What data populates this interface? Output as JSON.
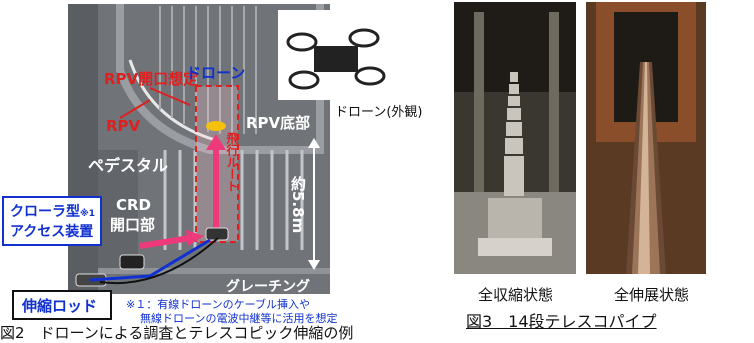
{
  "left_figure": {
    "labels": {
      "rpv_open_assumed": "RPV開口想定",
      "drone": "ドローン",
      "drone_external": "ドローン(外観)",
      "rpv": "RPV",
      "rpv_bottom": "RPV底部",
      "pedestal": "ペデスタル",
      "flight_route": "飛行ルート",
      "crd_opening_1": "CRD",
      "crd_opening_2": "開口部",
      "crawler_1": "クローラ型",
      "crawler_note_mark": "※1",
      "crawler_2": "アクセス装置",
      "height": "約5.8m",
      "grating": "グレーチング",
      "telescopic_rod": "伸縮ロッド",
      "note_line1": "※１：有線ドローンのケーブル挿入や",
      "note_line2": "無線ドローンの電波中継等に活用を想定"
    },
    "caption_fragment": "図2　ドローンによる調査とテレスコピック伸縮の例"
  },
  "right_figure": {
    "photo_left_caption": "全収縮状態",
    "photo_right_caption": "全伸展状態",
    "figure_caption": "図3　14段テレスコパイプ"
  },
  "colors": {
    "red": "#e01f1f",
    "blue": "#1030d0",
    "pink": "#ee3a7a",
    "gray_bg": "#6f7378"
  }
}
